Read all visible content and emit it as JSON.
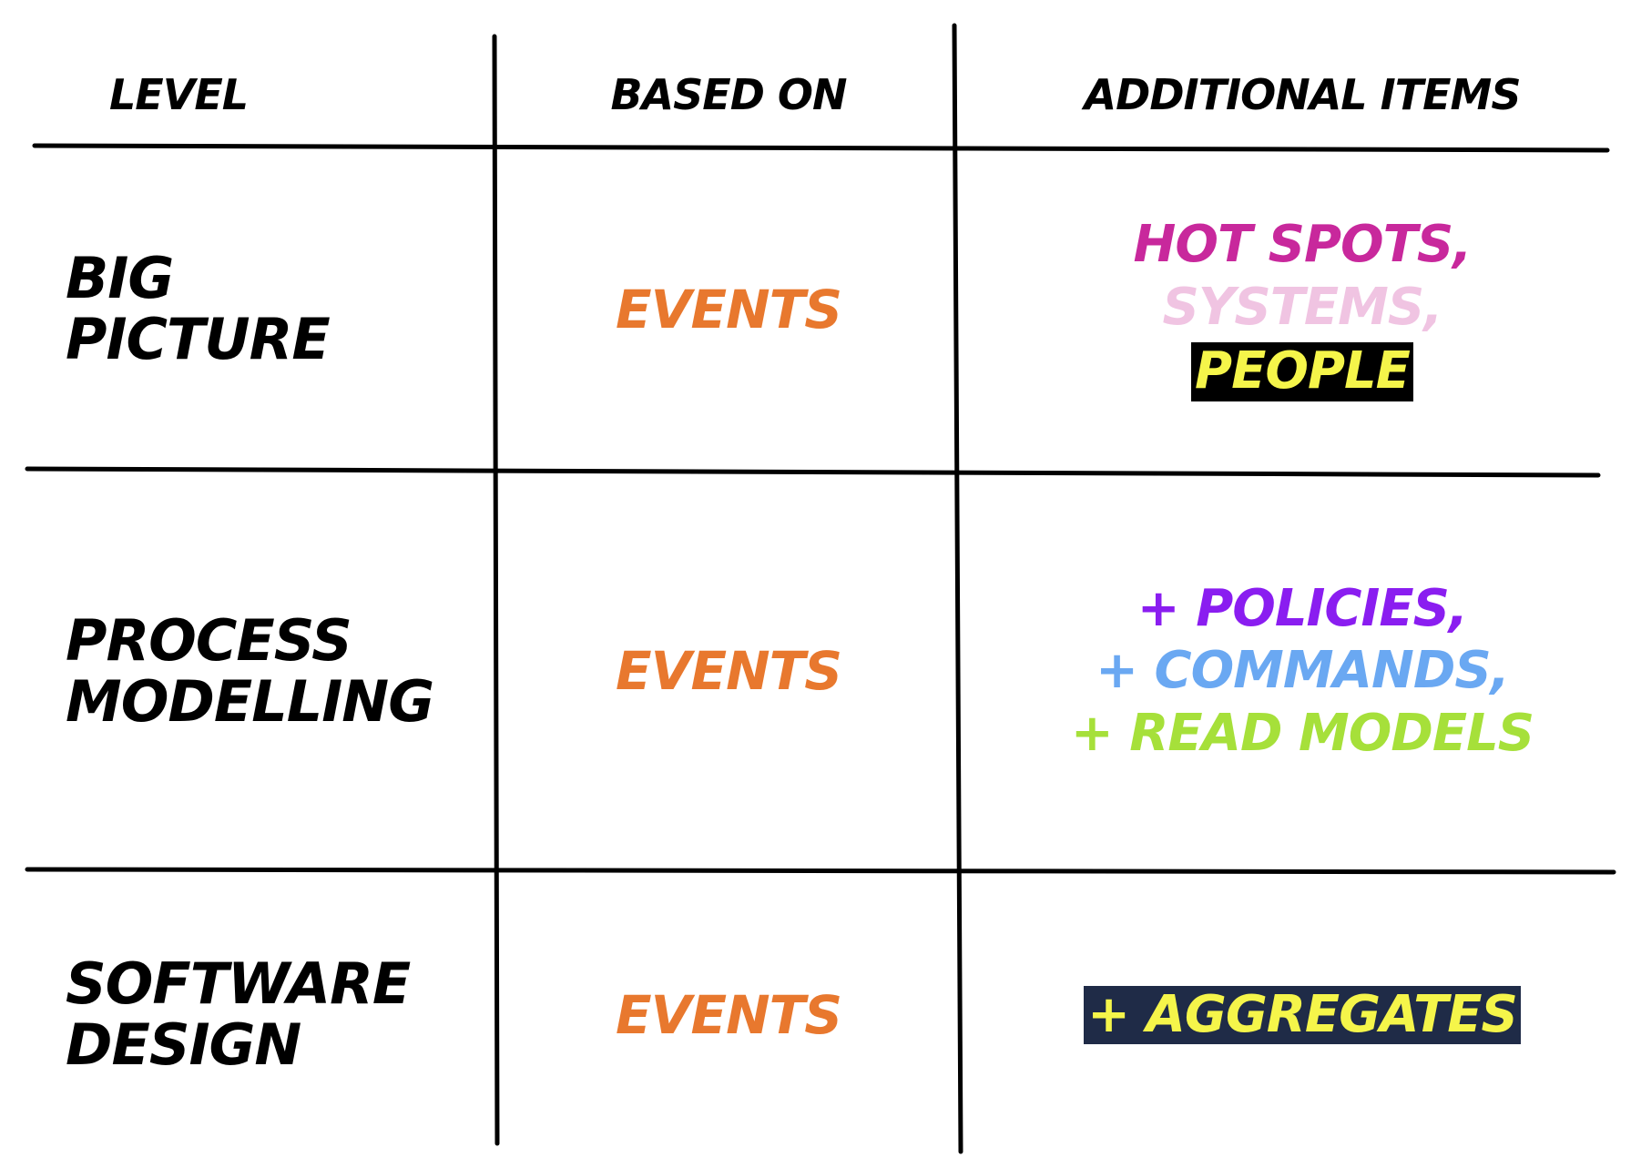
{
  "headers": {
    "level": "Level",
    "based_on": "Based On",
    "additional_items": "Additional Items"
  },
  "rows": [
    {
      "level_line1": "BIG",
      "level_line2": "Picture",
      "based_on": "EVENTS",
      "items": [
        {
          "text": "HOT SPOTS,",
          "color": "#c8289c",
          "bg": ""
        },
        {
          "text": "SYSTEMS,",
          "color": "#f0c4e2",
          "bg": ""
        },
        {
          "text": "PEOPLE",
          "color": "#f5f54a",
          "bg": "#000000"
        }
      ]
    },
    {
      "level_line1": "PROCESS",
      "level_line2": "MODELLING",
      "based_on": "EVENTS",
      "items": [
        {
          "text": "+ POLICIES,",
          "color": "#8a1df0",
          "bg": ""
        },
        {
          "text": "+ COMMANDS,",
          "color": "#6aa8f2",
          "bg": ""
        },
        {
          "text": "+ READ MODELS",
          "color": "#a6e03a",
          "bg": ""
        }
      ]
    },
    {
      "level_line1": "Software",
      "level_line2": "design",
      "based_on": "EVENTS",
      "items": [
        {
          "text": "+ AGGREGATES",
          "color": "#f5f54a",
          "bg": "#1f2b47"
        }
      ]
    }
  ],
  "colors": {
    "events": "#e8782e",
    "ink": "#000000"
  }
}
